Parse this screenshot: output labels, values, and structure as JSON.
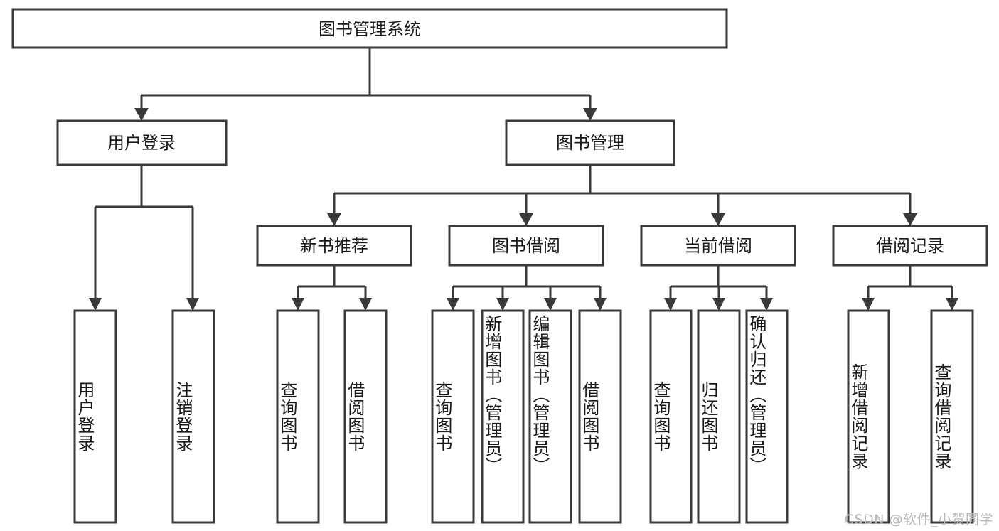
{
  "diagram": {
    "type": "tree",
    "title": "图书管理系统",
    "orientation": "top-down",
    "watermark": "CSDN @软件_小贺同学",
    "colors": {
      "box_stroke": "#3a3a3a",
      "box_fill": "#ffffff",
      "text": "#1a1a1a",
      "background": "#ffffff",
      "watermark": "#b9b9b9"
    },
    "root": {
      "id": "root",
      "label": "图书管理系统"
    },
    "level2": [
      {
        "id": "user-login",
        "label": "用户登录"
      },
      {
        "id": "book-manage",
        "label": "图书管理"
      }
    ],
    "level3": [
      {
        "id": "new-book-rec",
        "label": "新书推荐",
        "parent": "book-manage"
      },
      {
        "id": "book-borrow",
        "label": "图书借阅",
        "parent": "book-manage"
      },
      {
        "id": "current-borrow",
        "label": "当前借阅",
        "parent": "book-manage"
      },
      {
        "id": "borrow-record",
        "label": "借阅记录",
        "parent": "book-manage"
      }
    ],
    "leaves": [
      {
        "id": "leaf-user-login",
        "label": "用户登录",
        "parent": "user-login",
        "align": "center"
      },
      {
        "id": "leaf-user-logout",
        "label": "注销登录",
        "parent": "user-login",
        "align": "center"
      },
      {
        "id": "leaf-query-book-1",
        "label": "查询图书",
        "parent": "new-book-rec",
        "align": "center"
      },
      {
        "id": "leaf-borrow-book-1",
        "label": "借阅图书",
        "parent": "new-book-rec",
        "align": "center"
      },
      {
        "id": "leaf-query-book-2",
        "label": "查询图书",
        "parent": "book-borrow",
        "align": "center"
      },
      {
        "id": "leaf-add-book",
        "label": "新增图书（管理员）",
        "parent": "book-borrow",
        "align": "top"
      },
      {
        "id": "leaf-edit-book",
        "label": "编辑图书（管理员）",
        "parent": "book-borrow",
        "align": "top"
      },
      {
        "id": "leaf-borrow-book-2",
        "label": "借阅图书",
        "parent": "book-borrow",
        "align": "center"
      },
      {
        "id": "leaf-query-book-3",
        "label": "查询图书",
        "parent": "current-borrow",
        "align": "center"
      },
      {
        "id": "leaf-return-book",
        "label": "归还图书",
        "parent": "current-borrow",
        "align": "center"
      },
      {
        "id": "leaf-confirm-return",
        "label": "确认归还（管理员）",
        "parent": "current-borrow",
        "align": "top"
      },
      {
        "id": "leaf-add-record",
        "label": "新增借阅记录",
        "parent": "borrow-record",
        "align": "center"
      },
      {
        "id": "leaf-query-record",
        "label": "查询借阅记录",
        "parent": "borrow-record",
        "align": "center"
      }
    ]
  }
}
